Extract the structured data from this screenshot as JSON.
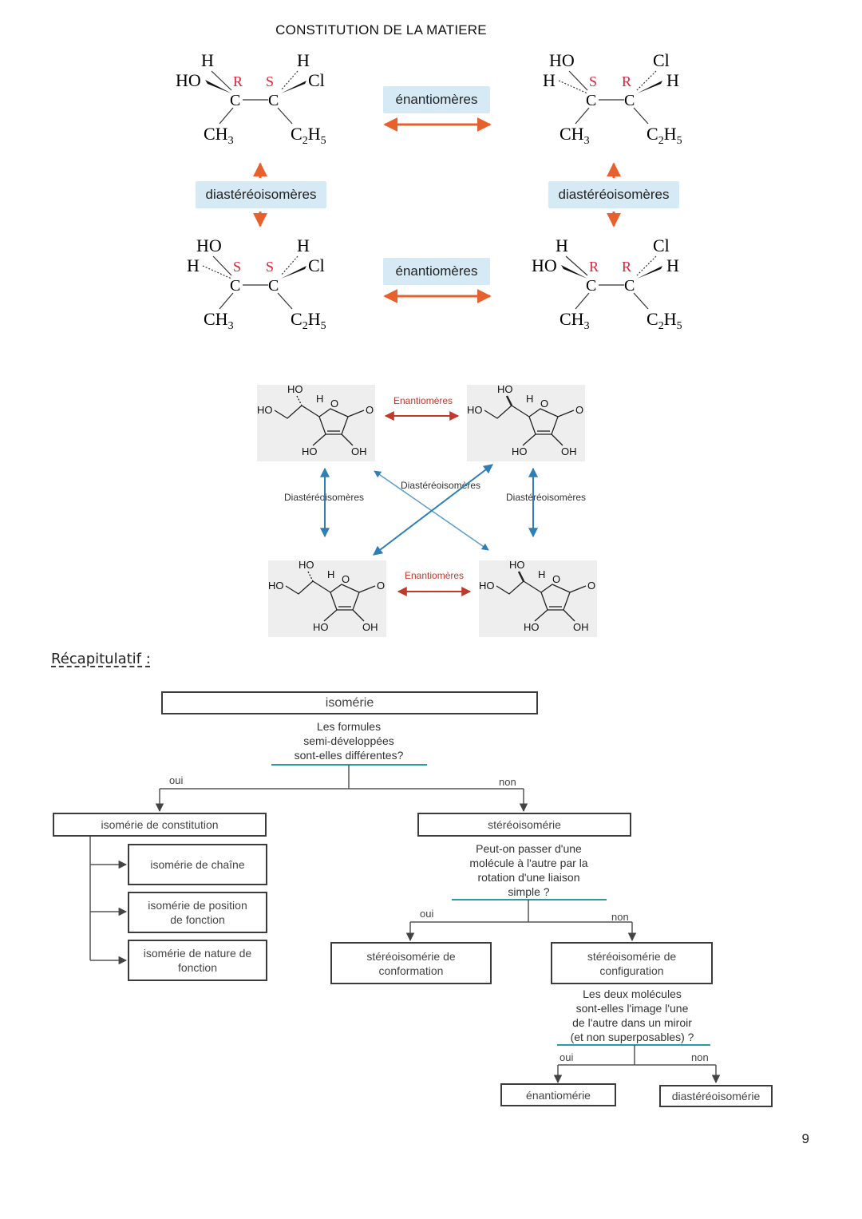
{
  "header": {
    "title": "CONSTITUTION DE LA MATIERE"
  },
  "stereo_figure": {
    "label_enantiomers": "énantiomères",
    "label_diastereo": "diastéréoisomères",
    "atoms": {
      "H": "H",
      "HO": "HO",
      "Cl": "Cl",
      "C": "C",
      "CH": "CH",
      "sub3": "3",
      "C2H5_C": "C",
      "sub2": "2",
      "C2H5_H": "H",
      "sub5": "5"
    },
    "descriptors": {
      "R": "R",
      "S": "S"
    },
    "colors": {
      "descriptor": "#d9243b",
      "arrow": "#e8602c",
      "label_bg": "#d6eaf5"
    }
  },
  "ascorbic_figure": {
    "label_enantiomeres": "Enantiomères",
    "label_diastereoisomeres": "Diastéréoisomères",
    "atoms": {
      "HO": "HO",
      "H": "H",
      "O": "O",
      "OH": "OH"
    },
    "colors": {
      "red_arrow": "#c0392b",
      "blue_arrow": "#2f7fb5"
    }
  },
  "recap": {
    "title": "Récapitulatif :"
  },
  "flowchart": {
    "root": "isomérie",
    "q1": [
      "Les formules",
      "semi-développées",
      "sont-elles différentes?"
    ],
    "oui": "oui",
    "non": "non",
    "constitution": "isomérie de constitution",
    "chaine": "isomérie de chaîne",
    "position": [
      "isomérie de position",
      "de fonction"
    ],
    "nature": [
      "isomérie de nature de",
      "fonction"
    ],
    "stereo": "stéréoisomérie",
    "q2": [
      "Peut-on passer d'une",
      "molécule à l'autre par la",
      "rotation d'une liaison",
      "simple ?"
    ],
    "conformation": [
      "stéréoisomérie de",
      "conformation"
    ],
    "configuration": [
      "stéréoisomérie de",
      "configuration"
    ],
    "q3": [
      "Les deux molécules",
      "sont-elles l'image l'une",
      "de l'autre dans un miroir",
      "(et non superposables) ?"
    ],
    "enantiomerie": "énantiomérie",
    "diastereoisomerie": "diastéréoisomérie",
    "colors": {
      "teal_line": "#2a9aa8",
      "box_border": "#3c3c3c"
    }
  },
  "footer": {
    "page_number": "9"
  }
}
